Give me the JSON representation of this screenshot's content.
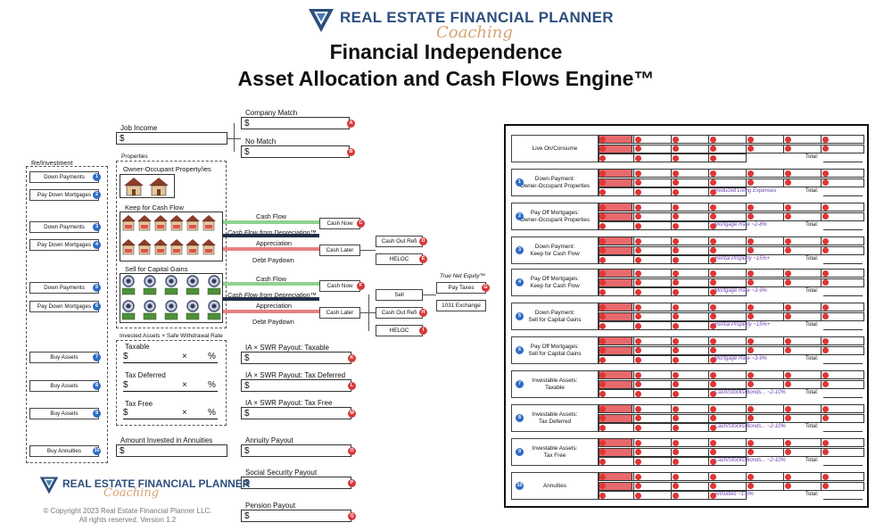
{
  "brand": {
    "name": "REAL ESTATE FINANCIAL PLANNER",
    "tagline": "Coaching"
  },
  "title": {
    "line1": "Financial Independence",
    "line2": "Asset Allocation and Cash Flows Engine™"
  },
  "left": {
    "reinvestment_label": "Re/Investment",
    "job_income_label": "Job Income",
    "dollar": "$",
    "company_match_label": "Company Match",
    "no_match_label": "No Match",
    "properties_label": "Properties",
    "owner_occupant_label": "Owner-Occupant Property/ies",
    "keep_label": "Keep for Cash Flow",
    "sell_label": "Sell for Capital Gains",
    "invested_label": "Invested Assets × Safe Withdrawal Rate",
    "taxable_label": "Taxable",
    "tax_deferred_label": "Tax Deferred",
    "tax_free_label": "Tax Free",
    "times": "×",
    "percent": "%",
    "annuities_amount_label": "Amount Invested in Annuities",
    "buttons": [
      {
        "label": "Down Payments",
        "num": "1"
      },
      {
        "label": "Pay Down Mortgages",
        "num": "2"
      },
      {
        "label": "Down Payments",
        "num": "3"
      },
      {
        "label": "Pay Down Mortgages",
        "num": "4"
      },
      {
        "label": "Down Payments",
        "num": "5"
      },
      {
        "label": "Pay Down Mortgages",
        "num": "6"
      },
      {
        "label": "Buy Assets",
        "num": "7"
      },
      {
        "label": "Buy Assets",
        "num": "8"
      },
      {
        "label": "Buy Assets",
        "num": "9"
      },
      {
        "label": "Buy Annuities",
        "num": "10"
      }
    ]
  },
  "middle": {
    "cash_flow": "Cash Flow",
    "cash_flow_depr": "Cash Flow from Depreciation™",
    "appreciation": "Appreciation",
    "debt_paydown": "Debt Paydown",
    "cash_now": "Cash Now",
    "cash_later": "Cash Later",
    "cash_out_refi": "Cash Out Refi",
    "heloc": "HELOC",
    "sell": "Sell",
    "true_net_equity": "True Net Equity™",
    "pay_taxes": "Pay Taxes",
    "exchange": "1031 Exchange",
    "ia_taxable": "IA × SWR Payout: Taxable",
    "ia_tax_deferred": "IA × SWR Payout: Tax Deferred",
    "ia_tax_free": "IA × SWR Payout: Tax Free",
    "annuity_payout": "Annuity Payout",
    "social_security": "Social Security Payout",
    "pension": "Pension Payout",
    "letters": [
      "A",
      "B",
      "C",
      "D",
      "E",
      "F",
      "G",
      "H",
      "I",
      "J",
      "K",
      "L",
      "M",
      "N",
      "O",
      "P",
      "Q"
    ]
  },
  "panel": {
    "total_label": "Total:",
    "rows": [
      {
        "num": "",
        "label": "Live On/Consume",
        "note": ""
      },
      {
        "num": "1",
        "label": "Down Payment:\nOwner-Occupant Properties",
        "note": "Reduced Living Expenses"
      },
      {
        "num": "2",
        "label": "Pay Off Mortgages:\nOwner-Occupant Properties",
        "note": "Mortgage Rate ~2-8%"
      },
      {
        "num": "3",
        "label": "Down Payment:\nKeep for Cash Flow",
        "note": "Rental Property ~15%+"
      },
      {
        "num": "4",
        "label": "Pay Off Mortgages:\nKeep for Cash Flow",
        "note": "Mortgage Rate ~3-9%"
      },
      {
        "num": "5",
        "label": "Down Payment:\nSell for Capital Gains",
        "note": "Rental Property ~15%+"
      },
      {
        "num": "6",
        "label": "Pay Off Mortgages:\nSell for Capital Gains",
        "note": "Mortgage Rate ~3-9%"
      },
      {
        "num": "7",
        "label": "Investable Assets:\nTaxable",
        "note": "Cash/Stocks/Bonds... ~2-10%"
      },
      {
        "num": "8",
        "label": "Investable Assets:\nTax Deferred",
        "note": "Cash/Stocks/Bonds... ~2-10%"
      },
      {
        "num": "9",
        "label": "Investable Assets:\nTax Free",
        "note": "Cash/Stocks/Bonds... ~2-10%"
      },
      {
        "num": "10",
        "label": "Annuities",
        "note": "Annuities ~1-3%"
      }
    ]
  },
  "footer": {
    "copyright_line1": "© Copyright 2023 Real Estate Financial Planner LLC.",
    "copyright_line2": "All rights reserved. Version 1.2"
  },
  "colors": {
    "brand": "#2c4f7d",
    "accent": "#d4a574",
    "red": "#e03535",
    "bar": "#e7696b",
    "green": "#8fd28f",
    "navy": "#1f2f4a"
  }
}
